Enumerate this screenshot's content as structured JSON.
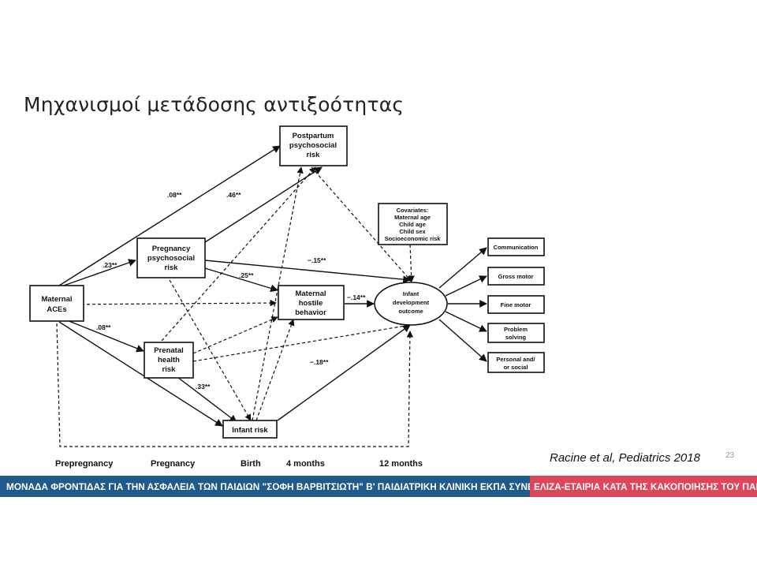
{
  "slide": {
    "title": "Μηχανισμοί μετάδοσης αντιξοότητας",
    "citation": "Racine et al, Pediatrics 2018",
    "page_number": "23"
  },
  "diagram": {
    "nodes": {
      "maternal_aces": [
        "Maternal",
        "ACEs"
      ],
      "pregnancy_risk": [
        "Pregnancy",
        "psychosocial",
        "risk"
      ],
      "postpartum_risk": [
        "Postpartum",
        "psychosocial",
        "risk"
      ],
      "prenatal_health": [
        "Prenatal",
        "health",
        "risk"
      ],
      "maternal_hostile": [
        "Maternal",
        "hostile",
        "behavior"
      ],
      "infant_risk": [
        "Infant risk"
      ],
      "infant_outcome": [
        "Infant",
        "development",
        "outcome"
      ],
      "covariates": [
        "Covariates:",
        "Maternal age",
        "Child age",
        "Child sex",
        "Socioeconomic risk"
      ],
      "outcomes": [
        [
          "Communication"
        ],
        [
          "Gross motor"
        ],
        [
          "Fine motor"
        ],
        [
          "Problem",
          "solving"
        ],
        [
          "Personal and/",
          "or social"
        ]
      ]
    },
    "path_labels": {
      "aces_postpartum": ".08**",
      "pregnancy_postpartum": ".46**",
      "aces_pregnancy": ".23**",
      "pregnancy_outcome": "−.15**",
      "pregnancy_hostile": ".25**",
      "hostile_outcome": "−.14**",
      "aces_prenatal": ".08**",
      "infant_outcome": "−.18**",
      "prenatal_infant": ".33**"
    },
    "timeline": [
      "Prepregnancy",
      "Pregnancy",
      "Birth",
      "4 months",
      "12 months"
    ]
  },
  "footer": {
    "left": "ΜΟΝΑΔΑ ΦΡΟΝΤΙΔΑΣ ΓΙΑ ΤΗΝ ΑΣΦΑΛΕΙΑ ΤΩΝ ΠΑΙΔΙΩΝ \"ΣΟΦΗ ΒΑΡΒΙΤΣΙΩΤΗ\" Β' ΠΑΙΔΙΑΤΡΙΚΗ ΚΛΙΝΙΚΗ ΕΚΠΑ ΣΥΝΕΡΓΑΣΙΑ ΜΕ",
    "right": "ΕΛΙΖΑ-ΕΤΑΙΡΙΑ ΚΑΤΑ ΤΗΣ ΚΑΚΟΠΟΙΗΣΗΣ ΤΟΥ ΠΑΙΔΙΟΥ",
    "left_color": "#1f5a8a",
    "right_color": "#e0465a"
  }
}
